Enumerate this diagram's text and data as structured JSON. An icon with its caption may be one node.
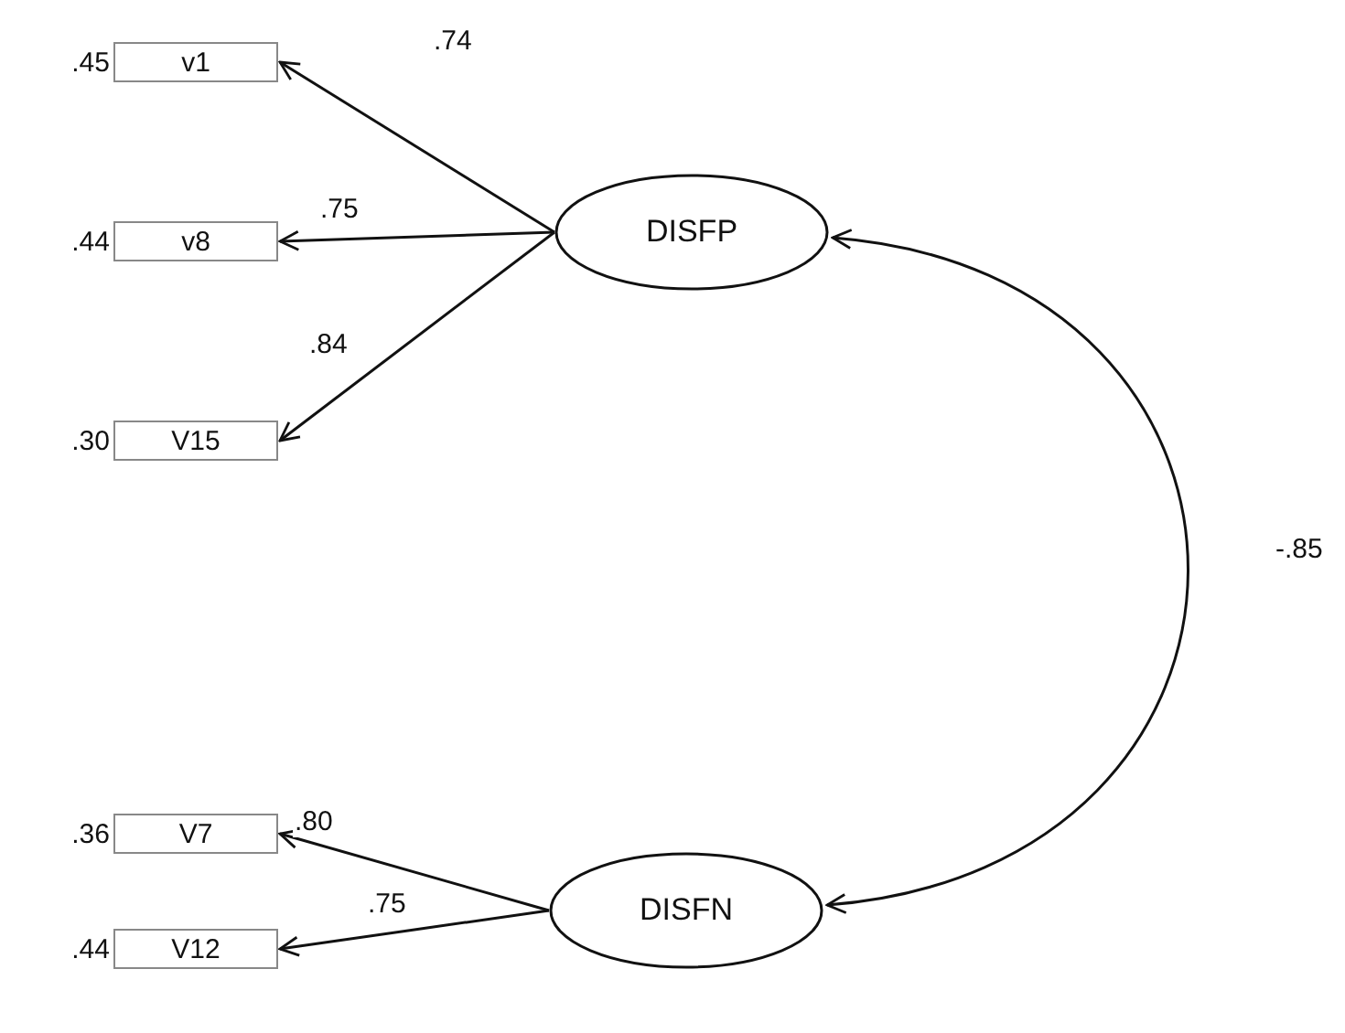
{
  "diagram": {
    "nodes": [
      {
        "text": [
          "v1"
        ],
        "beside": [
          ".45"
        ]
      },
      {
        "text": [
          "v8"
        ],
        "beside": [
          ".44"
        ]
      },
      {
        "text": [
          "V15"
        ],
        "beside": [
          ".30"
        ]
      },
      {
        "text": [
          "DISFP"
        ]
      },
      {
        "text": [
          "V7"
        ],
        "beside": [
          ".36"
        ]
      },
      {
        "text": [
          "V12"
        ],
        "beside": [
          ".44"
        ]
      },
      {
        "text": [
          "DISFN"
        ]
      }
    ],
    "edges": [
      {
        "from": 3,
        "to": 0,
        "arrow": "to",
        "label": ".74"
      },
      {
        "from": 3,
        "to": 1,
        "arrow": "to",
        "label": ".75"
      },
      {
        "from": 3,
        "to": 2,
        "arrow": "to",
        "label": ".84"
      },
      {
        "from": 6,
        "to": 4,
        "arrow": "to",
        "label": ".80"
      },
      {
        "from": 6,
        "to": 5,
        "arrow": "to",
        "label": ".75"
      },
      {
        "from": 3,
        "to": 6,
        "arrow": "both",
        "label": "-.85"
      }
    ]
  }
}
